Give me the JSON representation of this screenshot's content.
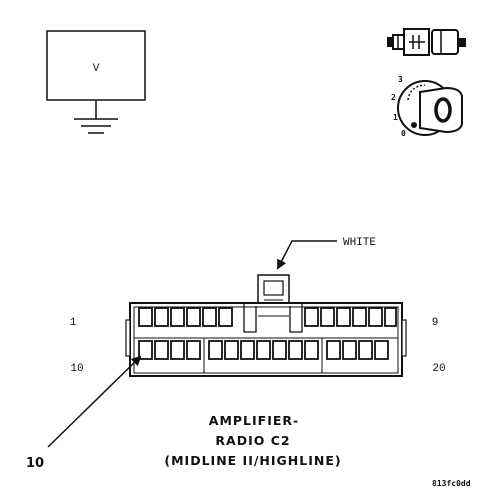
{
  "meter": {
    "label": "V"
  },
  "key_positions": [
    "3",
    "2",
    "1",
    "0"
  ],
  "connector": {
    "tab_label": "WHITE",
    "pin_first_top": "1",
    "pin_last_top": "9",
    "pin_first_bottom": "10",
    "pin_last_bottom": "20",
    "callout_pin": "10"
  },
  "title": {
    "line1": "AMPLIFIER-",
    "line2": "RADIO C2",
    "line3": "(MIDLINE II/HIGHLINE)"
  },
  "figure_code": "813fc0dd"
}
